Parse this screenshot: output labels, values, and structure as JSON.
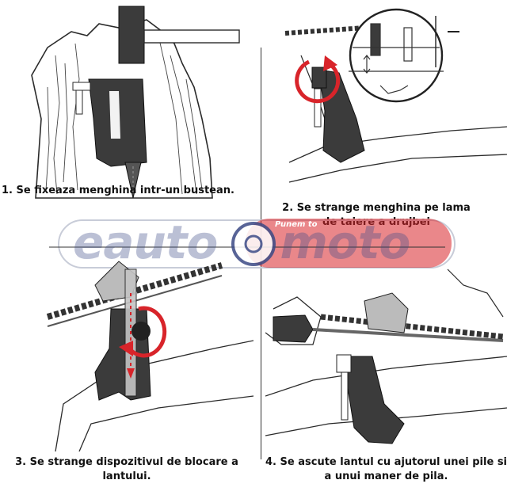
{
  "steps": [
    {
      "number": "1.",
      "text": "Se fixeaza menghina intr-un bustean."
    },
    {
      "number": "2.",
      "line1": "Se strange menghina pe lama",
      "line2": "de taiere a drujbei"
    },
    {
      "number": "3.",
      "line1": "Se strange dispozitivul de blocare a",
      "line2": "lantului."
    },
    {
      "number": "4.",
      "line1": "Se ascute lantul cu ajutorul unei pile si",
      "line2": "a unui maner de pila."
    }
  ],
  "watermark": {
    "brand": "eauto moto",
    "tagline": "Punem to"
  },
  "colors": {
    "accent_red": "#d8242a",
    "tool_dark": "#3b3b3b",
    "line": "#2a2a2a",
    "watermark_blue": "#3b4a86"
  }
}
